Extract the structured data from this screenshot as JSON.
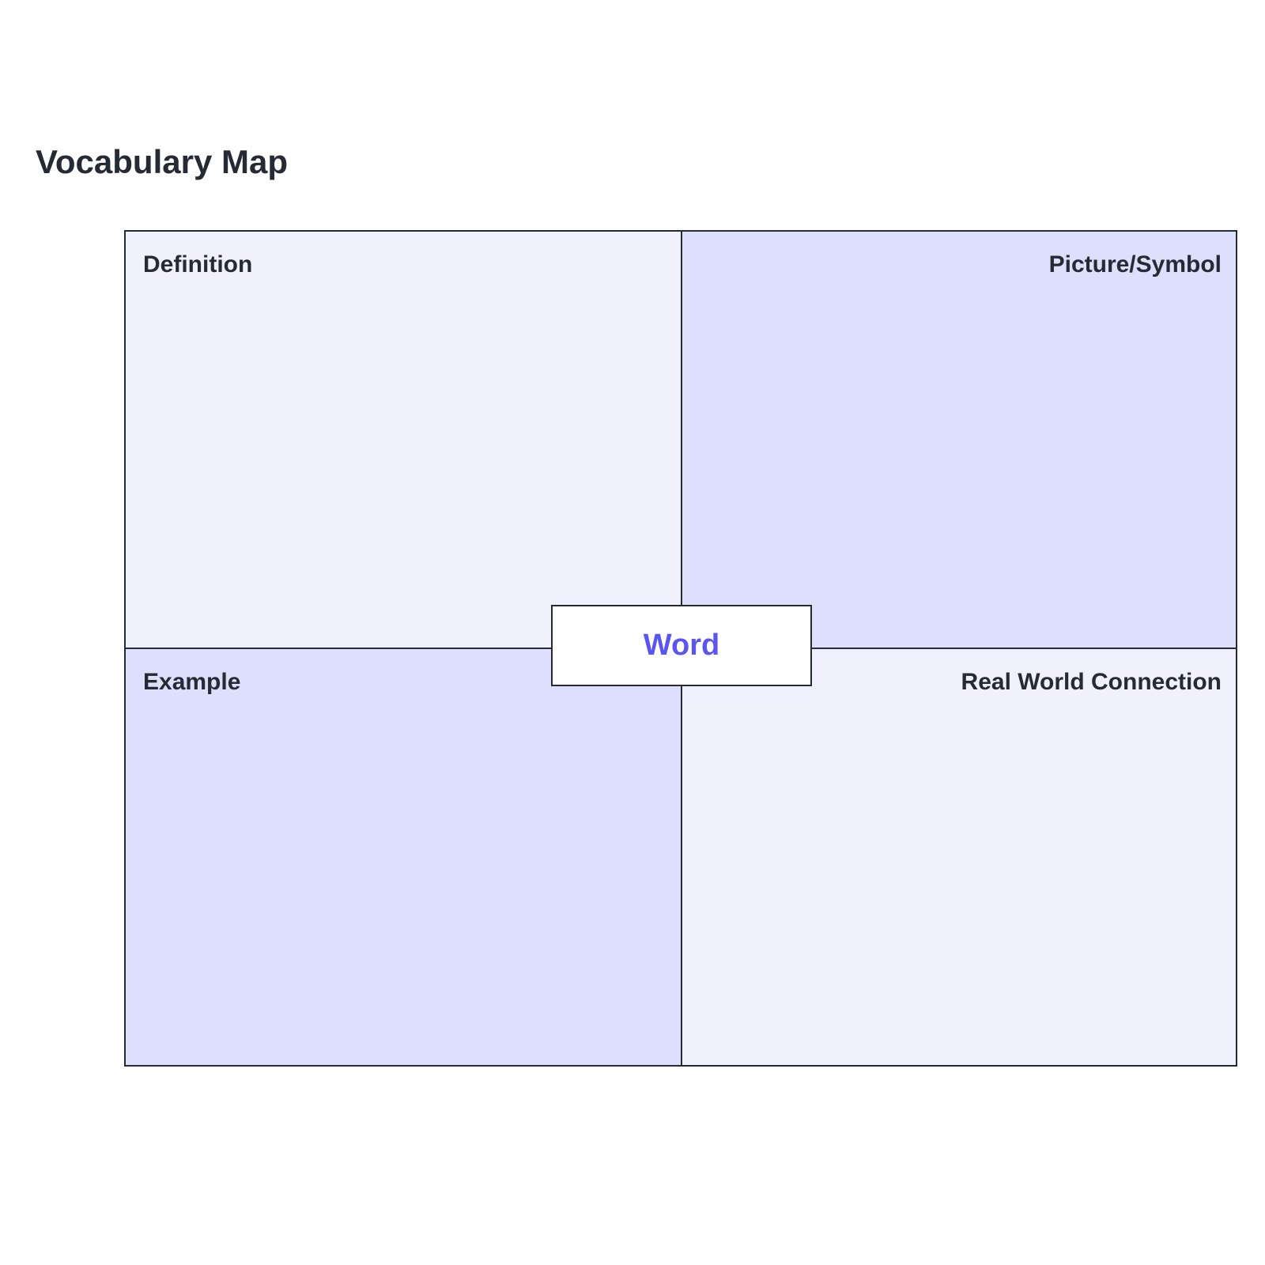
{
  "title": "Vocabulary Map",
  "center": {
    "label": "Word",
    "color": "#5b55f0"
  },
  "quadrants": [
    {
      "label": "Definition",
      "fill": "#f1f1fd"
    },
    {
      "label": "Picture/Symbol",
      "fill": "#dedefd"
    },
    {
      "label": "Example",
      "fill": "#dedefd"
    },
    {
      "label": "Real World Connection",
      "fill": "#f1f1fd"
    }
  ],
  "colors": {
    "border": "#262a33",
    "text": "#262a33"
  }
}
